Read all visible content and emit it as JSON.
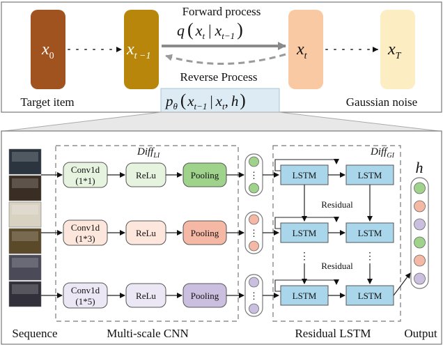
{
  "top": {
    "states": {
      "x0": {
        "base": "x",
        "sub": "0",
        "color": "#a0521f"
      },
      "xt1": {
        "base": "x",
        "sub": "t −1",
        "color": "#b8860b"
      },
      "xt": {
        "base": "x",
        "sub": "t",
        "color": "#f8c9a3"
      },
      "xT": {
        "base": "x",
        "sub": "T",
        "color": "#fcedc2"
      }
    },
    "forward_label": "Forward process",
    "forward_formula": {
      "q": "q",
      "a": "x",
      "a_sub": "t",
      "bar": "|",
      "b": "x",
      "b_sub": "t−1"
    },
    "reverse_label": "Reverse Process",
    "reverse_formula": {
      "p": "p",
      "p_sub": "θ",
      "a": "x",
      "a_sub": "t−1",
      "bar": "|",
      "b": "x",
      "b_sub": "t",
      "c": "h"
    },
    "target_label": "Target item",
    "noise_label": "Gaussian noise"
  },
  "bottom": {
    "diff_li": {
      "base": "Diff",
      "sub": "LI"
    },
    "diff_gi": {
      "base": "Diff",
      "sub": "GI"
    },
    "rows": [
      {
        "conv_line1": "Conv1d",
        "conv_line2": "(1*1)",
        "relu": "ReLu",
        "pool": "Pooling",
        "color": "#9fd28a",
        "light": "#e6f3df"
      },
      {
        "conv_line1": "Conv1d",
        "conv_line2": "(1*3)",
        "relu": "ReLu",
        "pool": "Pooling",
        "color": "#f5b8a4",
        "light": "#fde6dc"
      },
      {
        "conv_line1": "Conv1d",
        "conv_line2": "(1*5)",
        "relu": "ReLu",
        "pool": "Pooling",
        "color": "#cbbfe0",
        "light": "#ece7f4"
      }
    ],
    "lstm": "LSTM",
    "residual": "Residual",
    "ellipsis": "⋮",
    "output_symbol": "h",
    "output_colors": [
      "#9fd28a",
      "#f5b8a4",
      "#cbbfe0",
      "#9fd28a",
      "#f5b8a4",
      "#cbbfe0"
    ],
    "poster_colors": [
      "#2a3540",
      "#3a2e24",
      "#d8d2c2",
      "#5a4a2a",
      "#4a4a58",
      "#32303a"
    ],
    "labels": {
      "sequence": "Sequence",
      "cnn": "Multi-scale CNN",
      "lstm": "Residual LSTM",
      "output": "Output"
    }
  }
}
